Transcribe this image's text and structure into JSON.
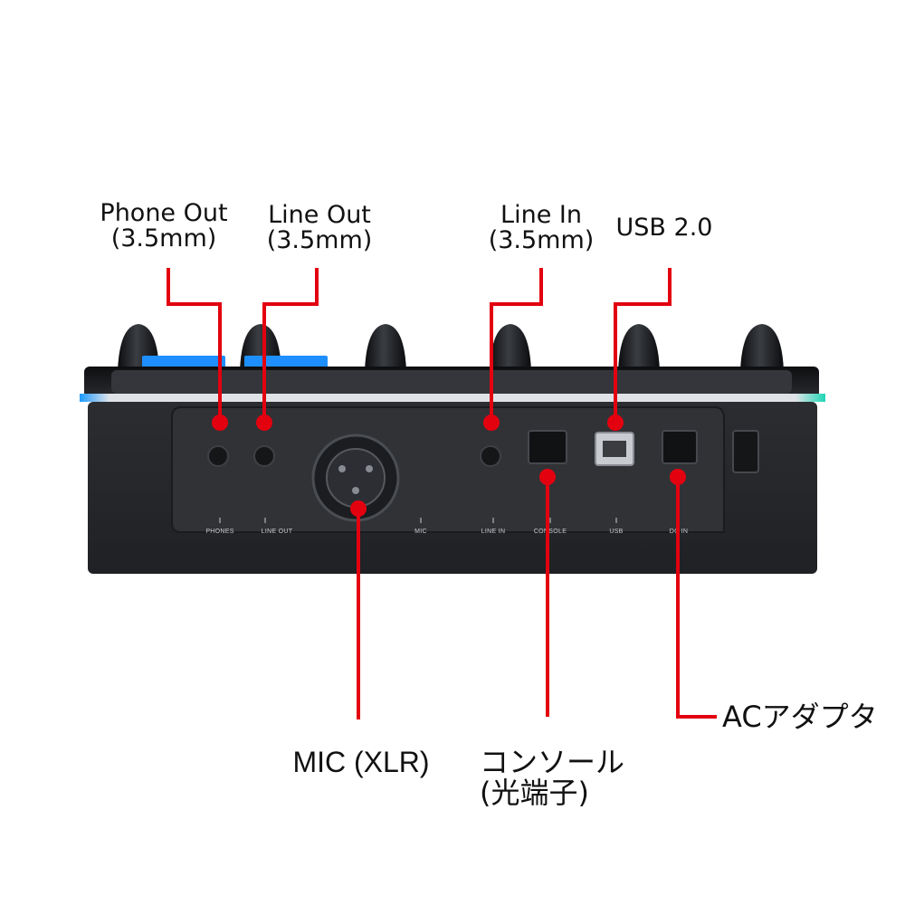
{
  "labels": {
    "phone_out": {
      "line1": "Phone Out",
      "line2": "(3.5mm)"
    },
    "line_out": {
      "line1": "Line Out",
      "line2": "(3.5mm)"
    },
    "line_in": {
      "line1": "Line In",
      "line2": "(3.5mm)"
    },
    "usb": {
      "line1": "USB 2.0"
    },
    "mic": {
      "line1": "MIC (XLR)"
    },
    "console": {
      "line1": "コンソール",
      "line2": "(光端子)"
    },
    "ac": {
      "line1": "ACアダプタ"
    }
  },
  "panel_text": {
    "phones": "PHONES",
    "line_out": "LINE OUT",
    "mic": "MIC",
    "line_in": "LINE IN",
    "console": "CONSOLE",
    "usb": "USB",
    "dc_in": "DC IN"
  },
  "colors": {
    "callout_line": "#e3000f",
    "device_body": "#2a2c30",
    "device_panel": "#303236",
    "accent_blue": "#1e9bff",
    "accent_teal": "#1fd6b4"
  }
}
